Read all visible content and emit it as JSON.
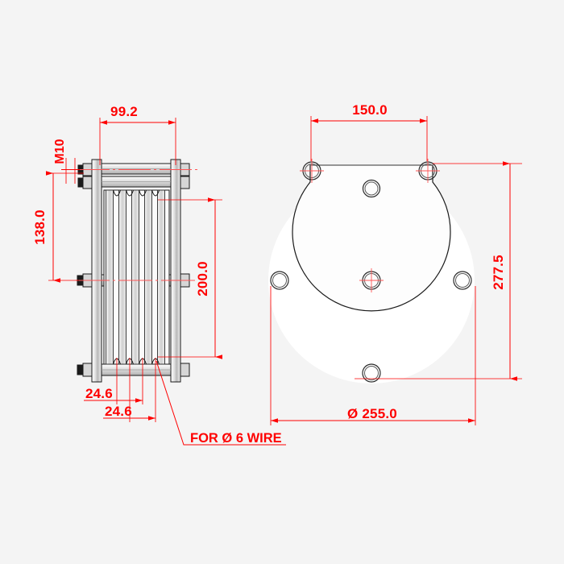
{
  "drawing": {
    "title": "Mechanical assembly drawing",
    "background_color": "#f4f4f4",
    "dimension_color": "#fe0000",
    "geometry_color": "#1a1a1a",
    "views": [
      {
        "name": "side-elevation-view",
        "position": "left"
      },
      {
        "name": "front-plate-view",
        "position": "right"
      }
    ]
  },
  "left_view": {
    "name": "side-elevation-view",
    "dimensions": {
      "width_overall": "99.2",
      "thread_callout": "M10",
      "height_upper": "138.0",
      "height_core": "200.0",
      "pitch_1": "24.6",
      "pitch_2": "24.6"
    },
    "note": "FOR Ø 6 WIRE"
  },
  "right_view": {
    "name": "front-plate-view",
    "dimensions": {
      "bolt_spacing_top": "150.0",
      "height_overall": "277.5",
      "diameter": "Ø 255.0"
    }
  },
  "labels": {
    "dim_992": "99.2",
    "dim_m10": "M10",
    "dim_1380": "138.0",
    "dim_2000": "200.0",
    "dim_246_a": "24.6",
    "dim_246_b": "24.6",
    "note_wire": "FOR Ø 6 WIRE",
    "dim_1500": "150.0",
    "dim_2775": "277.5",
    "dim_2550": "Ø 255.0"
  }
}
